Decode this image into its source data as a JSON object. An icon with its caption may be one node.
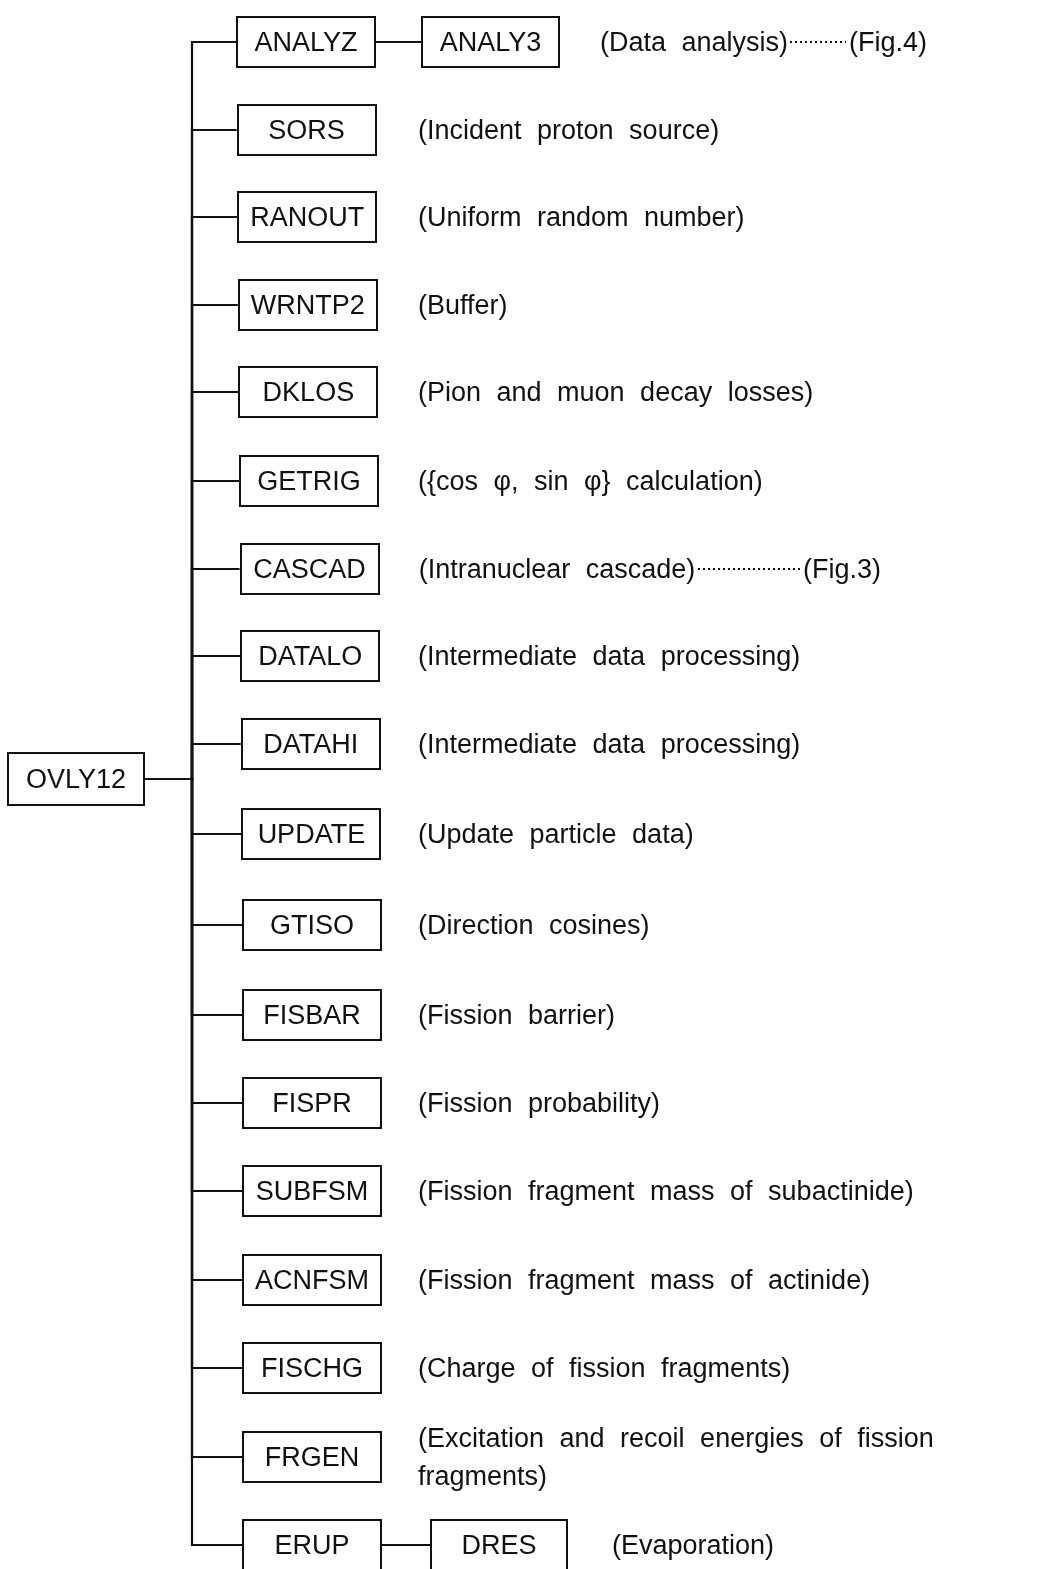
{
  "diagram": {
    "nodes": [
      {
        "text": [
          "OVLY12"
        ]
      },
      {
        "text": [
          "ANALYZ"
        ]
      },
      {
        "text": [
          "ANALY3"
        ]
      },
      {
        "text": [
          "SORS"
        ],
        "beside": [
          "(Incident proton source)"
        ]
      },
      {
        "text": [
          "RANOUT"
        ],
        "beside": [
          "(Uniform random number)"
        ]
      },
      {
        "text": [
          "WRNTP2"
        ],
        "beside": [
          "(Buffer)"
        ]
      },
      {
        "text": [
          "DKLOS"
        ],
        "beside": [
          "(Pion and muon decay losses)"
        ]
      },
      {
        "text": [
          "GETRIG"
        ],
        "beside": [
          "({cos φ, sin φ} calculation)"
        ]
      },
      {
        "text": [
          "CASCAD"
        ]
      },
      {
        "text": [
          "DATALO"
        ],
        "beside": [
          "(Intermediate data processing)"
        ]
      },
      {
        "text": [
          "DATAHI"
        ],
        "beside": [
          "(Intermediate data processing)"
        ]
      },
      {
        "text": [
          "UPDATE"
        ],
        "beside": [
          "(Update particle data)"
        ]
      },
      {
        "text": [
          "GTISO"
        ],
        "beside": [
          "(Direction cosines)"
        ]
      },
      {
        "text": [
          "FISBAR"
        ],
        "beside": [
          "(Fission barrier)"
        ]
      },
      {
        "text": [
          "FISPR"
        ],
        "beside": [
          "(Fission probability)"
        ]
      },
      {
        "text": [
          "SUBFSM"
        ],
        "beside": [
          "(Fission fragment mass of subactinide)"
        ]
      },
      {
        "text": [
          "ACNFSM"
        ],
        "beside": [
          "(Fission fragment mass of actinide)"
        ]
      },
      {
        "text": [
          "FISCHG"
        ],
        "beside": [
          "(Charge of fission fragments)"
        ]
      },
      {
        "text": [
          "FRGEN"
        ],
        "beside": [
          "(Excitation and recoil energies of fission fragments)"
        ]
      },
      {
        "text": [
          "ERUP"
        ]
      },
      {
        "text": [
          "DRES"
        ],
        "beside": [
          "(Evaporation)"
        ]
      },
      {
        "text": [
          "(Data analysis)"
        ]
      },
      {
        "text": [
          "(Fig.4)"
        ]
      },
      {
        "text": [
          "(Intranuclear cascade)"
        ]
      },
      {
        "text": [
          "(Fig.3)"
        ]
      }
    ],
    "edges": [
      {
        "from": 0,
        "to": 1,
        "arrow": "none"
      },
      {
        "from": 1,
        "to": 2,
        "arrow": "none"
      },
      {
        "from": 0,
        "to": 3,
        "arrow": "none"
      },
      {
        "from": 0,
        "to": 4,
        "arrow": "none"
      },
      {
        "from": 0,
        "to": 5,
        "arrow": "none"
      },
      {
        "from": 0,
        "to": 6,
        "arrow": "none"
      },
      {
        "from": 0,
        "to": 7,
        "arrow": "none"
      },
      {
        "from": 0,
        "to": 8,
        "arrow": "none"
      },
      {
        "from": 0,
        "to": 9,
        "arrow": "none"
      },
      {
        "from": 0,
        "to": 10,
        "arrow": "none"
      },
      {
        "from": 0,
        "to": 11,
        "arrow": "none"
      },
      {
        "from": 0,
        "to": 12,
        "arrow": "none"
      },
      {
        "from": 0,
        "to": 13,
        "arrow": "none"
      },
      {
        "from": 0,
        "to": 14,
        "arrow": "none"
      },
      {
        "from": 0,
        "to": 15,
        "arrow": "none"
      },
      {
        "from": 0,
        "to": 16,
        "arrow": "none"
      },
      {
        "from": 0,
        "to": 17,
        "arrow": "none"
      },
      {
        "from": 0,
        "to": 18,
        "arrow": "none"
      },
      {
        "from": 0,
        "to": 19,
        "arrow": "none"
      },
      {
        "from": 19,
        "to": 20,
        "arrow": "none"
      },
      {
        "from": 21,
        "to": 22,
        "arrow": "none",
        "style": "dashed"
      },
      {
        "from": 23,
        "to": 24,
        "arrow": "none",
        "style": "dashed"
      }
    ]
  }
}
